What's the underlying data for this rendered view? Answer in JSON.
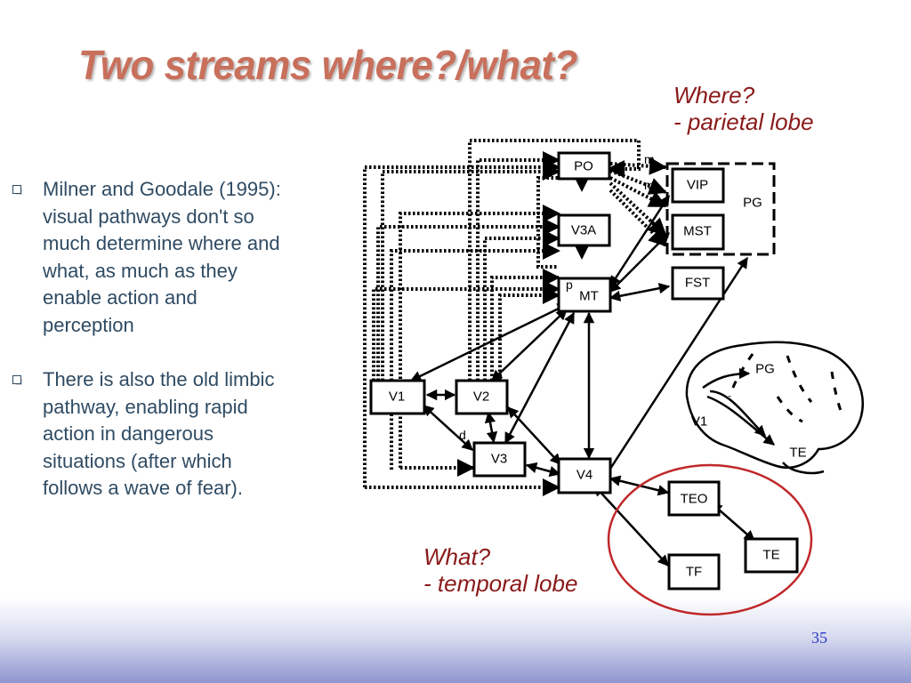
{
  "slide": {
    "title": "Two streams where?/what?",
    "page_number": "35"
  },
  "bullets": [
    "Milner and Goodale (1995): visual pathways don't so much determine where and what, as much as they enable action and perception",
    "There is also the old limbic pathway, enabling rapid action in dangerous situations (after which follows a wave of fear)."
  ],
  "annotations": {
    "where_line1": "Where?",
    "where_line2": "- parietal lobe",
    "what_line1": "What?",
    "what_line2": "- temporal lobe"
  },
  "diagram": {
    "nodes": {
      "v1": "V1",
      "v2": "V2",
      "v3": "V3",
      "v4": "V4",
      "mt": "MT",
      "po": "PO",
      "v3a": "V3A",
      "vip": "VIP",
      "mst": "MST",
      "fst": "FST",
      "teo": "TEO",
      "te": "TE",
      "tf": "TF"
    },
    "region_label": "PG",
    "tags": {
      "m1": "m",
      "m2": "m",
      "p": "p",
      "d": "d"
    },
    "brain_labels": {
      "pg": "PG",
      "v1": "V1",
      "te": "TE"
    }
  },
  "colors": {
    "title": "#c8705c",
    "body_text": "#2f4b63",
    "annotation": "#8a1a1a",
    "ellipse": "#c0282a",
    "page_number": "#2a3cc4"
  }
}
